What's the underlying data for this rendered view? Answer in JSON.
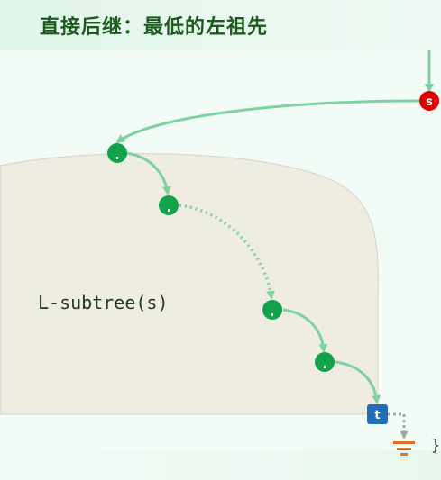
{
  "title": "直接后继：最低的左祖先",
  "subtree_label": "L-subtree(s)",
  "nodes": {
    "s_label": "s",
    "t_label": "t"
  },
  "trailing_brace": "}",
  "colors": {
    "edge": "#7dd3a0",
    "node_green": "#12a34a",
    "node_red": "#e00000",
    "node_blue": "#1f6fb8",
    "subtree_fill": "#efece2",
    "ground": "#e07020"
  }
}
